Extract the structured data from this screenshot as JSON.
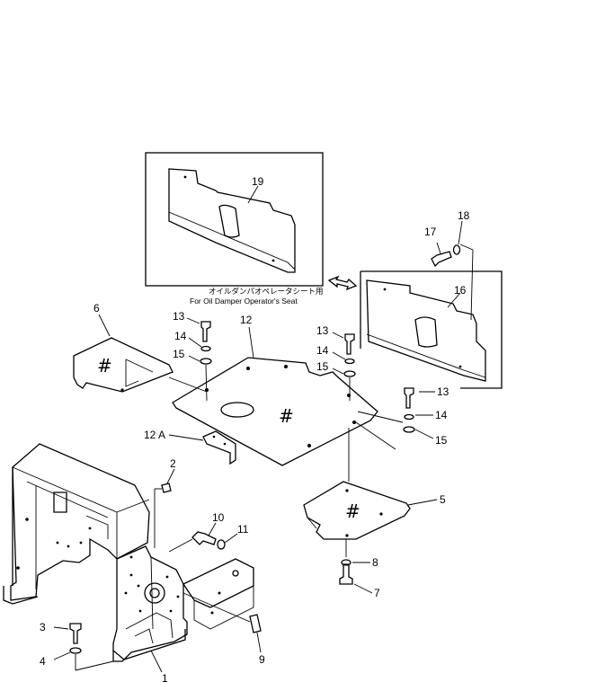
{
  "inset": {
    "caption_jp": "オイルダンパオペレータシート用",
    "caption_en": "For Oil Damper Operator's Seat"
  },
  "labels": {
    "p1": "1",
    "p2": "2",
    "p3": "3",
    "p4": "4",
    "p5": "5",
    "p6": "6",
    "p7": "7",
    "p8": "8",
    "p9": "9",
    "p10": "10",
    "p11": "11",
    "p12": "12",
    "p12a": "12 A",
    "p13a": "13",
    "p13b": "13",
    "p13c": "13",
    "p14a": "14",
    "p14b": "14",
    "p14c": "14",
    "p15a": "15",
    "p15b": "15",
    "p15c": "15",
    "p16": "16",
    "p17": "17",
    "p18": "18",
    "p19": "19"
  },
  "marks": {
    "plate6": "#",
    "plate12": "#",
    "plate5": "#"
  },
  "icons": {
    "swap": "double-arrow-icon"
  }
}
